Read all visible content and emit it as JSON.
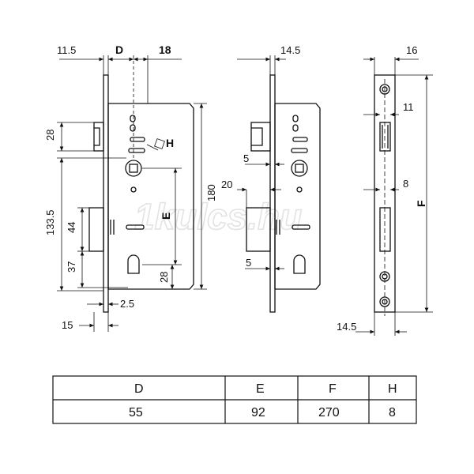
{
  "watermark": "1kulcs.hu",
  "left_view": {
    "top_dims": {
      "backset_offset": "11.5",
      "backset": "D",
      "faceplate": "18"
    },
    "latch_height": "28",
    "handle_label": "H",
    "total_height": "180",
    "distance_label": "E",
    "from_bottom": "133.5",
    "box_44": "44",
    "box_37": "37",
    "cyl_28": "28",
    "plate_thick": "2.5",
    "plate_w": "15"
  },
  "middle_view": {
    "top": "14.5",
    "d5_top": "5",
    "d20": "20",
    "d5_bottom": "5"
  },
  "right_view": {
    "top_w": "16",
    "d11": "11",
    "d8": "8",
    "length_label": "F",
    "bottom_w": "14.5"
  },
  "table": {
    "headers": [
      "D",
      "E",
      "F",
      "H"
    ],
    "values": [
      "55",
      "92",
      "270",
      "8"
    ]
  }
}
